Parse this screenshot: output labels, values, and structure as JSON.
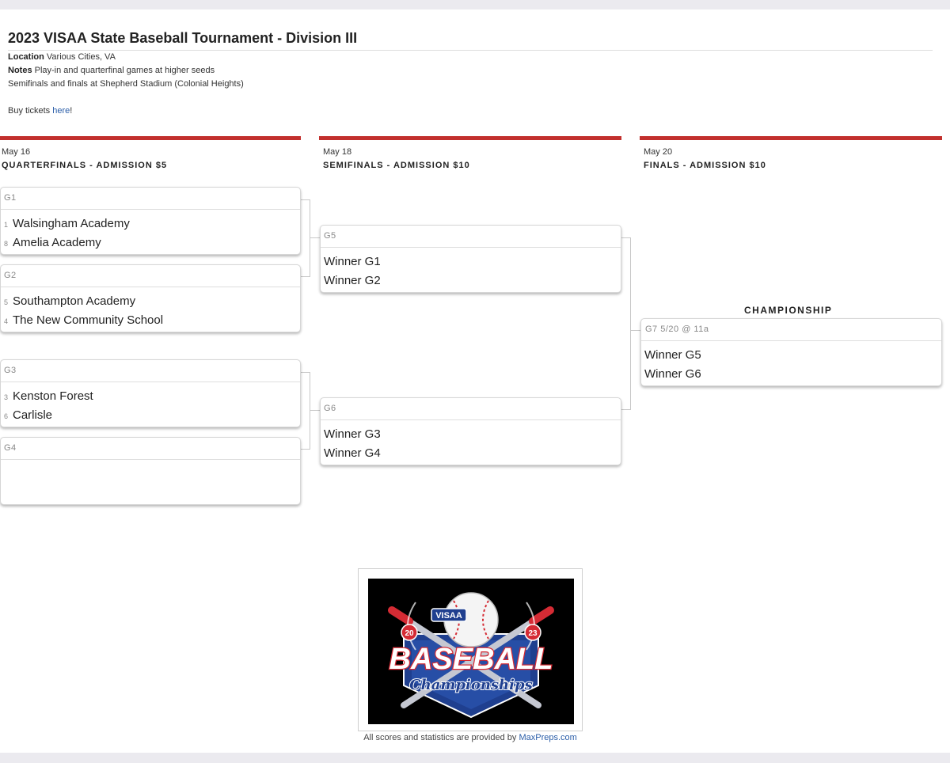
{
  "page": {
    "title": "2023 VISAA State Baseball Tournament - Division III",
    "location_label": "Location",
    "location_value": "Various Cities, VA",
    "notes_label": "Notes",
    "notes_value": "Play-in and quarterfinal games at higher seeds",
    "notes_line2": "Semifinals and finals at Shepherd Stadium (Colonial Heights)",
    "tickets_text": "Buy tickets",
    "tickets_link": "here",
    "tickets_suffix": "!"
  },
  "rounds": [
    {
      "date": "May 16",
      "name": "QUARTERFINALS - ADMISSION $5"
    },
    {
      "date": "May 18",
      "name": "SEMIFINALS - ADMISSION $10"
    },
    {
      "date": "May 20",
      "name": "FINALS - ADMISSION $10"
    }
  ],
  "quarterfinals": [
    {
      "game": "G1",
      "teams": [
        {
          "seed": "1",
          "name": "Walsingham Academy"
        },
        {
          "seed": "8",
          "name": "Amelia Academy"
        }
      ]
    },
    {
      "game": "G2",
      "teams": [
        {
          "seed": "5",
          "name": "Southampton Academy"
        },
        {
          "seed": "4",
          "name": "The New Community School"
        }
      ]
    },
    {
      "game": "G3",
      "teams": [
        {
          "seed": "3",
          "name": "Kenston Forest"
        },
        {
          "seed": "6",
          "name": "Carlisle"
        }
      ]
    },
    {
      "game": "G4",
      "teams": []
    }
  ],
  "semifinals": [
    {
      "game": "G5",
      "teams": [
        "Winner G1",
        "Winner G2"
      ]
    },
    {
      "game": "G6",
      "teams": [
        "Winner G3",
        "Winner G4"
      ]
    }
  ],
  "championship": {
    "label": "CHAMPIONSHIP",
    "game": "G7 5/20 @ 11a",
    "teams": [
      "Winner G5",
      "Winner G6"
    ]
  },
  "logo": {
    "year_left": "20",
    "year_right": "23",
    "org": "VISAA",
    "word1": "BASEBALL",
    "word2": "Championships"
  },
  "footer": {
    "text": "All scores and statistics are provided by",
    "link": "MaxPreps.com"
  },
  "colors": {
    "round_bar": "#c2302d",
    "link": "#2a5da8",
    "logo_red": "#d52b34",
    "logo_blue": "#1f3f8f"
  }
}
